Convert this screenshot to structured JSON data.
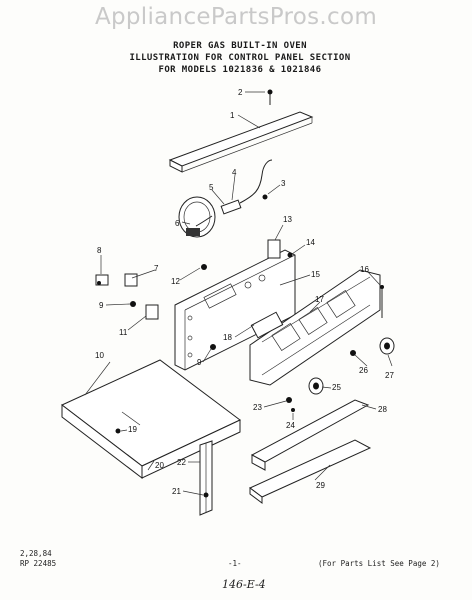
{
  "watermark": "AppliancePartsPros.com",
  "header": {
    "line1": "ROPER GAS BUILT-IN OVEN",
    "line2": "ILLUSTRATION FOR CONTROL PANEL SECTION",
    "line3": "FOR MODELS 1021836 & 1021846"
  },
  "footer": {
    "date": "2,28,84",
    "code": "RP 22485",
    "page": "-1-",
    "note": "(For Parts List See Page 2)",
    "handwritten": "146-E-4"
  },
  "callouts": [
    "1",
    "2",
    "3",
    "4",
    "5",
    "6",
    "7",
    "8",
    "9",
    "9",
    "10",
    "11",
    "12",
    "13",
    "14",
    "15",
    "16",
    "17",
    "18",
    "19",
    "20",
    "21",
    "22",
    "23",
    "24",
    "25",
    "26",
    "27",
    "28",
    "29"
  ]
}
